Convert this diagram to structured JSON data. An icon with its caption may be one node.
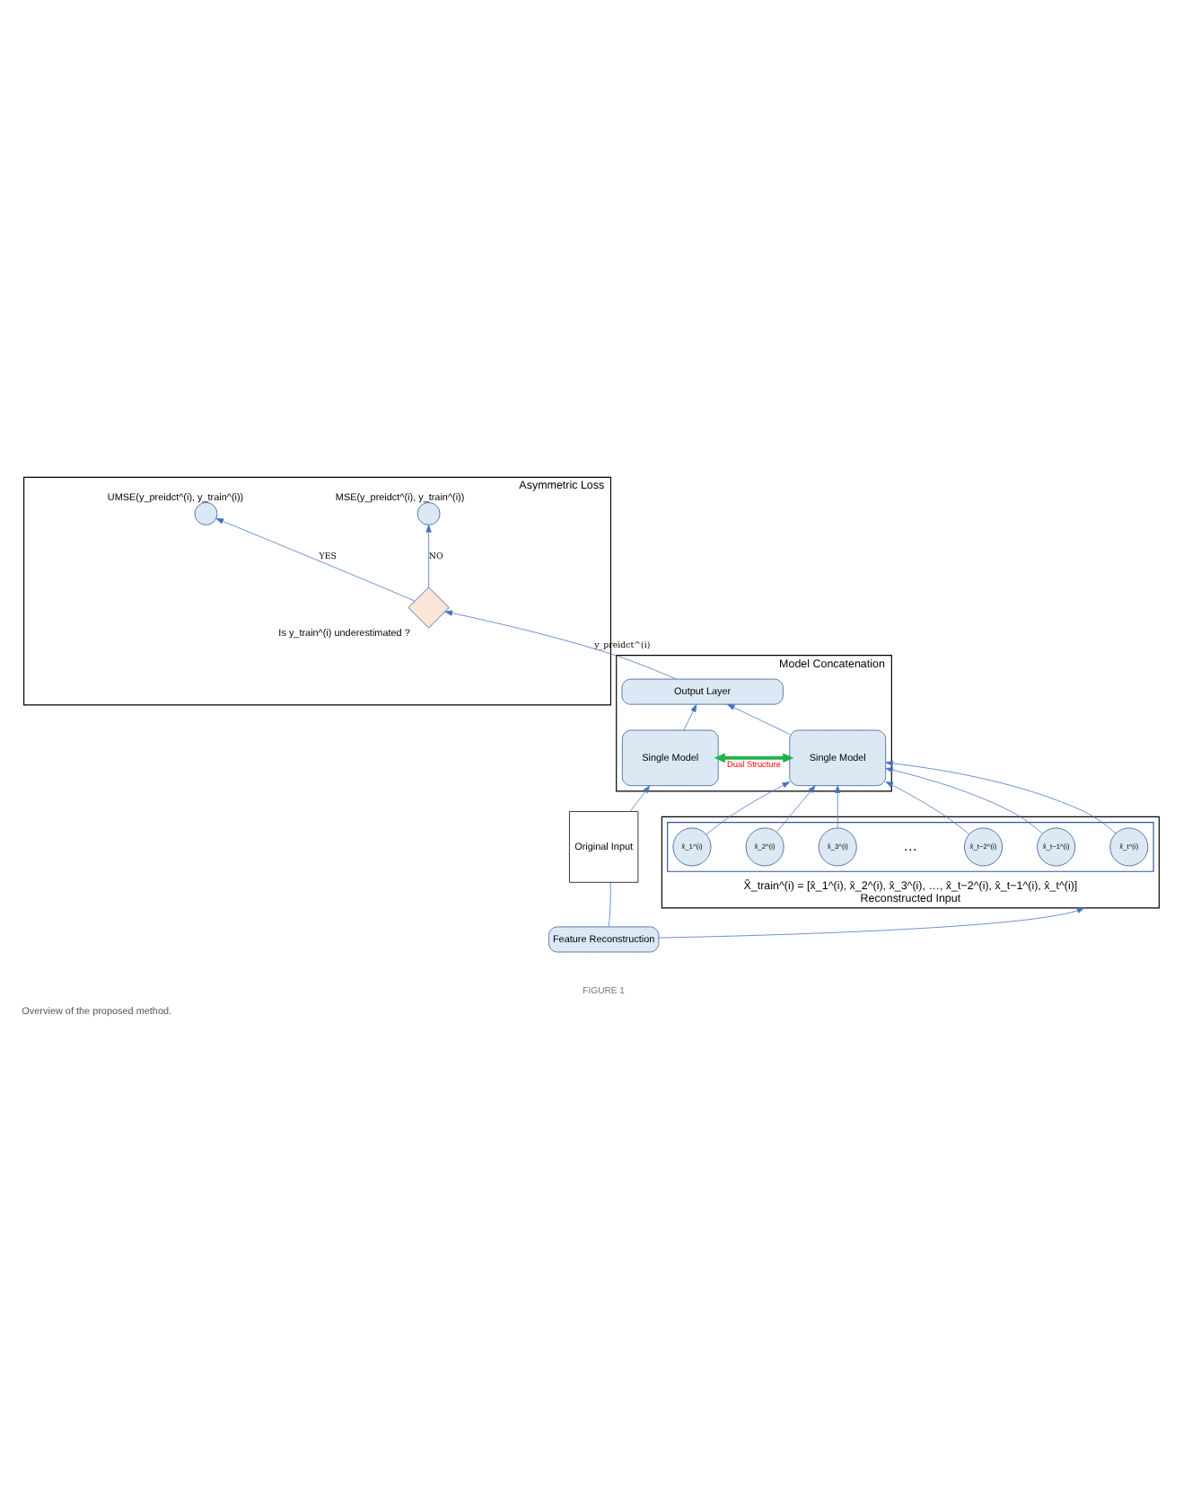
{
  "diagram": {
    "caption": "Overview of the proposed method.",
    "nodes": [
      {
        "text": [
          "Asymmetric Loss"
        ]
      },
      {
        "text": [
          "UMSE(y_preidct^(i), y_train^(i))"
        ],
        "in": 0
      },
      {
        "text": [
          "MSE(y_preidct^(i), y_train^(i))"
        ],
        "in": 0
      },
      {
        "text": [],
        "shape": "diamond",
        "in": 0,
        "beside": [
          "Is y_train^(i) underestimated ?"
        ]
      },
      {
        "text": [
          "Model Concatenation"
        ]
      },
      {
        "text": [
          "Output Layer"
        ],
        "in": 4
      },
      {
        "text": [
          "Single Model"
        ],
        "in": 4
      },
      {
        "text": [
          "Single Model"
        ],
        "in": 4
      },
      {
        "text": [
          "Original Input"
        ]
      },
      {
        "text": [
          "X̂_train^(i) = [x̂_1^(i), x̂_2^(i), x̂_3^(i), …, x̂_t−2^(i), x̂_t−1^(i), x̂_t^(i)]",
          "Reconstructed Input"
        ]
      },
      {
        "text": [],
        "shape": "box",
        "in": 9
      },
      {
        "text": [
          "x̂_1^(i)"
        ],
        "in": 10
      },
      {
        "text": [
          "x̂_2^(i)"
        ],
        "in": 10
      },
      {
        "text": [
          "x̂_3^(i)"
        ],
        "in": 10
      },
      {
        "text": [
          "x̂_t−2^(i)"
        ],
        "in": 10
      },
      {
        "text": [
          "x̂_t−1^(i)"
        ],
        "in": 10
      },
      {
        "text": [
          "x̂_t^(i)"
        ],
        "in": 10
      },
      {
        "text": [
          "Feature Reconstruction"
        ]
      }
    ],
    "edges": [
      {
        "from": 3,
        "to": 1,
        "arrow": "to",
        "label": "YES"
      },
      {
        "from": 3,
        "to": 2,
        "arrow": "to",
        "label": "NO"
      },
      {
        "from": 5,
        "to": 3,
        "arrow": "to",
        "label": "y_preidct^(i)"
      },
      {
        "from": 6,
        "to": 5,
        "arrow": "to"
      },
      {
        "from": 7,
        "to": 5,
        "arrow": "to"
      },
      {
        "from": 6,
        "to": 7,
        "arrow": "both",
        "label": "Dual Structure",
        "style": "thick",
        "color": "#22b14c"
      },
      {
        "from": 8,
        "to": 6,
        "arrow": "to"
      },
      {
        "from": 11,
        "to": 7,
        "arrow": "to"
      },
      {
        "from": 12,
        "to": 7,
        "arrow": "to"
      },
      {
        "from": 13,
        "to": 7,
        "arrow": "to"
      },
      {
        "from": 14,
        "to": 7,
        "arrow": "to"
      },
      {
        "from": 15,
        "to": 7,
        "arrow": "to"
      },
      {
        "from": 16,
        "to": 7,
        "arrow": "to"
      },
      {
        "from": 8,
        "to": 17,
        "arrow": "none"
      },
      {
        "from": 17,
        "to": 9,
        "arrow": "to"
      }
    ],
    "labels": [
      "…",
      "FIGURE 1"
    ]
  }
}
